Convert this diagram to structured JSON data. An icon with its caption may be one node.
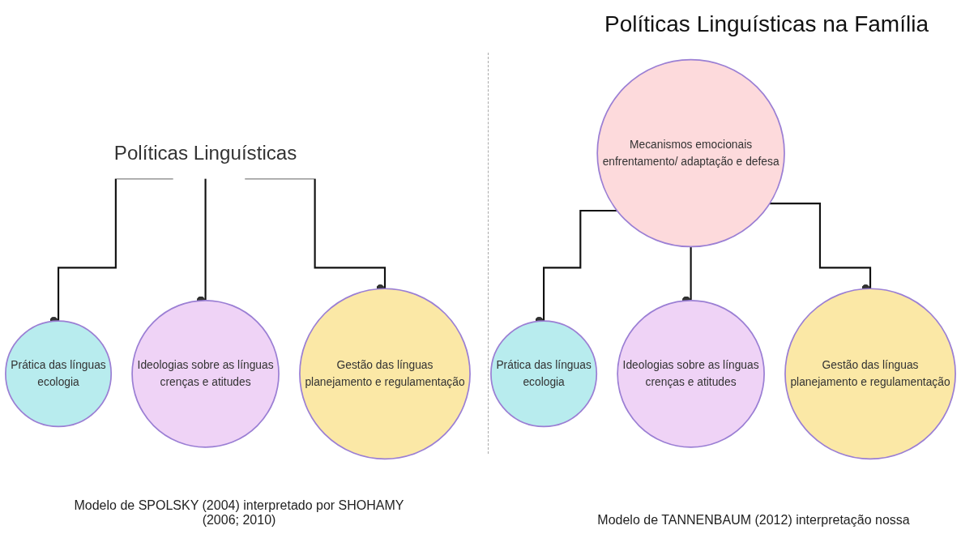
{
  "diagram": {
    "nodes": [
      {
        "text": [
          "Políticas Linguísticas"
        ]
      },
      {
        "text": [
          "Prática das línguas",
          "ecologia"
        ]
      },
      {
        "text": [
          "Ideologias sobre as línguas",
          "crenças e atitudes"
        ]
      },
      {
        "text": [
          "Gestão das línguas",
          "planejamento e regulamentação"
        ]
      },
      {
        "text": [
          "Mecanismos emocionais",
          "enfrentamento/ adaptação e defesa"
        ]
      },
      {
        "text": [
          "Prática das línguas",
          "ecologia"
        ]
      },
      {
        "text": [
          "Ideologias sobre as línguas",
          "crenças e atitudes"
        ]
      },
      {
        "text": [
          "Gestão das línguas",
          "planejamento e regulamentação"
        ]
      }
    ],
    "edges": [
      {
        "from": 0,
        "to": 1,
        "arrow": "other"
      },
      {
        "from": 0,
        "to": 2,
        "arrow": "other"
      },
      {
        "from": 0,
        "to": 3,
        "arrow": "other"
      },
      {
        "from": 4,
        "to": 5,
        "arrow": "other"
      },
      {
        "from": 4,
        "to": 6,
        "arrow": "other"
      },
      {
        "from": 4,
        "to": 7,
        "arrow": "other"
      }
    ],
    "labels": [
      "Políticas Linguísticas na Família",
      "Modelo de SPOLSKY (2004) interpretado por SHOHAMY (2006; 2010)",
      "Modelo de TANNENBAUM (2012) interpretação nossa"
    ]
  }
}
